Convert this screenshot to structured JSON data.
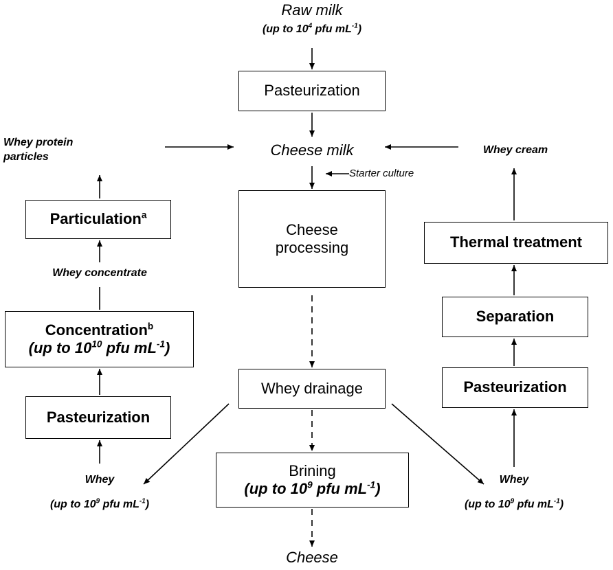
{
  "center": {
    "raw_milk": "Raw milk",
    "raw_milk_conc_pre": "(up to 10",
    "raw_milk_conc_exp": "4",
    "raw_milk_conc_mid": " pfu mL",
    "raw_milk_conc_exp2": "-1",
    "raw_milk_conc_post": ")",
    "pasteurization": "Pasteurization",
    "cheese_milk": "Cheese milk",
    "starter_culture": "Starter culture",
    "cheese_processing_1": "Cheese",
    "cheese_processing_2": "processing",
    "whey_drainage": "Whey drainage",
    "brining": "Brining",
    "brining_conc_pre": "(up to 10",
    "brining_conc_exp": "9",
    "brining_conc_mid": " pfu mL",
    "brining_conc_exp2": "-1",
    "brining_conc_post": ")",
    "cheese": "Cheese"
  },
  "left": {
    "whey_protein_1": "Whey protein",
    "whey_protein_2": "particles",
    "particulation": "Particulation",
    "particulation_sup": "a",
    "whey_concentrate": "Whey concentrate",
    "concentration": "Concentration",
    "concentration_sup": "b",
    "concentration_conc_pre": "(up to 10",
    "concentration_conc_exp": "10",
    "concentration_conc_mid": " pfu mL",
    "concentration_conc_exp2": "-1",
    "concentration_conc_post": ")",
    "pasteurization": "Pasteurization",
    "whey": "Whey",
    "whey_conc_pre": "(up to 10",
    "whey_conc_exp": "9",
    "whey_conc_mid": " pfu mL",
    "whey_conc_exp2": "-1",
    "whey_conc_post": ")"
  },
  "right": {
    "whey_cream": "Whey cream",
    "thermal_treatment": "Thermal treatment",
    "separation": "Separation",
    "pasteurization": "Pasteurization",
    "whey": "Whey",
    "whey_conc_pre": "(up to 10",
    "whey_conc_exp": "9",
    "whey_conc_mid": " pfu mL",
    "whey_conc_exp2": "-1",
    "whey_conc_post": ")"
  },
  "colors": {
    "line": "#000000",
    "background": "#ffffff"
  }
}
